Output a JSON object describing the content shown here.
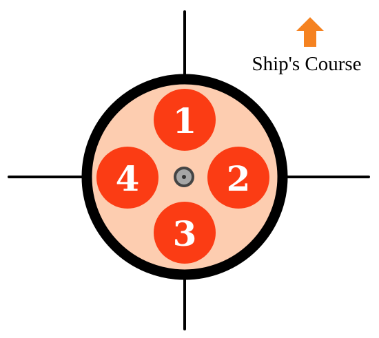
{
  "diagram": {
    "course_label": "Ship's Course",
    "slots": [
      {
        "label": "1",
        "position": "top"
      },
      {
        "label": "2",
        "position": "right"
      },
      {
        "label": "3",
        "position": "bottom"
      },
      {
        "label": "4",
        "position": "left"
      }
    ],
    "colors": {
      "ring": "#000000",
      "disc_fill": "#fdcdb0",
      "slot_fill": "#fb3c14",
      "slot_text": "#ffffff",
      "hub_outer": "#444444",
      "hub_fill": "#a6a6a6",
      "hub_dot": "#333333",
      "arrow": "#f58220"
    },
    "icons": {
      "course_arrow": "up-arrow-icon",
      "hub": "center-hub-icon"
    }
  }
}
